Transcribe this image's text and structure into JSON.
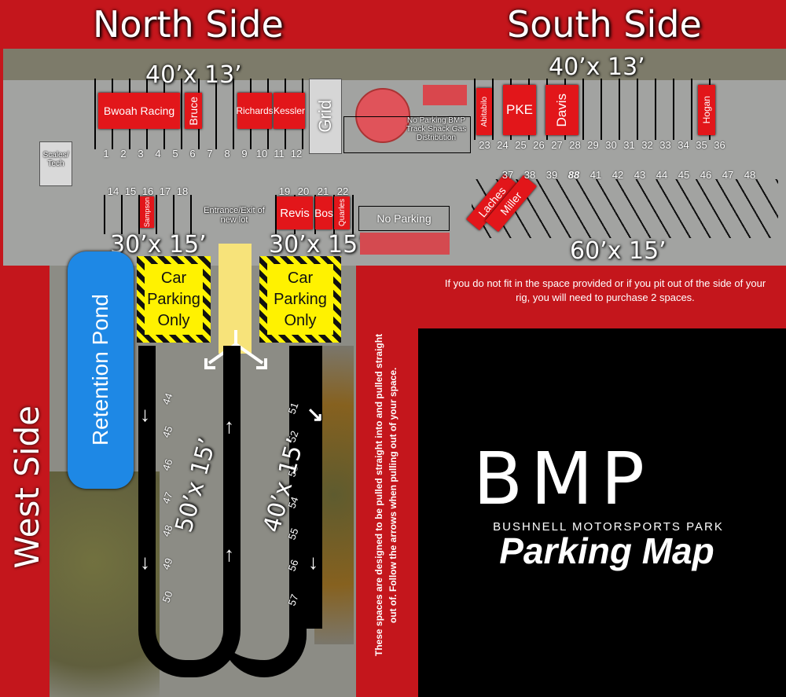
{
  "headings": {
    "north": "North Side",
    "south": "South Side",
    "west": "West Side"
  },
  "dims": {
    "n_top": "40’x 13’",
    "s_top": "40’x 13’",
    "n_bot1": "30’x 15’",
    "n_bot2": "30’x 15’",
    "s_bot": "60’x 15’",
    "w_left": "50’x 15’",
    "w_right": "40’x 15’"
  },
  "north_top": {
    "numbers": [
      "1",
      "2",
      "3",
      "4",
      "5",
      "6",
      "7",
      "8",
      "9",
      "10",
      "11",
      "12"
    ],
    "reserved": [
      "Bwoah Racing",
      "Bruce",
      "Richards",
      "Kessler"
    ]
  },
  "labels": {
    "scales": "Scales/ Tech",
    "grid": "Grid",
    "no_parking_shack": "No Parking BMP Track Shack Gas Distribution",
    "entrance": "Entrance/Exit of new lot",
    "no_parking": "No Parking",
    "retention": "Retention Pond",
    "car_parking": "Car Parking Only"
  },
  "south_top": {
    "numbers": [
      "23",
      "24",
      "25",
      "26",
      "27",
      "28",
      "29",
      "30",
      "31",
      "32",
      "33",
      "34",
      "35",
      "36"
    ],
    "reserved": [
      "Abitabilo",
      "PKE",
      "Davis",
      "Hogan"
    ]
  },
  "north_bot": {
    "numbers": [
      "14",
      "15",
      "16",
      "17",
      "18",
      "19",
      "20",
      "21",
      "22"
    ],
    "reserved": [
      "Sampson",
      "Revis",
      "Bos",
      "Quarles"
    ]
  },
  "south_bot": {
    "numbers": [
      "37",
      "38",
      "39",
      "88",
      "41",
      "42",
      "43",
      "44",
      "45",
      "46",
      "47",
      "48"
    ],
    "reserved": [
      "Laches",
      "Miller"
    ]
  },
  "west": {
    "left_numbers": [
      "44",
      "45",
      "46",
      "47",
      "48",
      "49",
      "50"
    ],
    "right_numbers": [
      "51",
      "52",
      "53",
      "54",
      "55",
      "56",
      "57"
    ]
  },
  "notes": {
    "fit": "If you do not fit in the space provided or if you pit out of the side of your rig, you will need to purchase 2 spaces.",
    "pull": "These spaces are designed to be pulled straight into and pulled straight out of. Follow the arrows when pulling out of your space."
  },
  "brand": {
    "logo": "BMP",
    "name": "BUSHNELL MOTORSPORTS PARK",
    "map": "Parking Map"
  }
}
